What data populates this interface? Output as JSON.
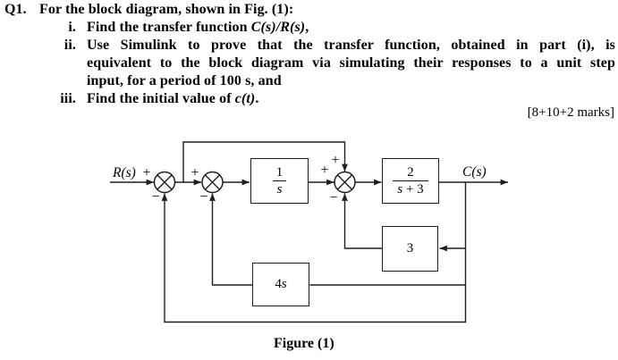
{
  "question": {
    "number": "Q1.",
    "intro": "For the block diagram, shown in Fig. (1):",
    "items": [
      {
        "label": "i.",
        "pre": "Find the transfer function ",
        "math": "C(s)/R(s)",
        "post": ","
      },
      {
        "label": "ii.",
        "lines": [
          "Use Simulink to prove that the transfer function, obtained in part (i), is",
          "equivalent to the block diagram via simulating their responses to a unit step",
          "input, for a period of 100 s, and"
        ]
      },
      {
        "label": "iii.",
        "pre": "Find the initial value of ",
        "math": "c(t)",
        "post": "."
      }
    ],
    "marks": "[8+10+2 marks]"
  },
  "diagram": {
    "input_label": "R(s)",
    "output_label": "C(s)",
    "caption": "Figure (1)",
    "line_color": "#1f1f1f",
    "blocks": {
      "integrator": {
        "numerator": "1",
        "den_var": "s",
        "den_rest": ""
      },
      "plant": {
        "numerator": "2",
        "den_var": "s",
        "den_rest": " + 3"
      },
      "gain3": {
        "label": "3"
      },
      "gain4s": {
        "coefficient": "4",
        "variable": "s"
      }
    },
    "junctions": {
      "sum1": {
        "left_sign": "+",
        "bottom_sign": "−"
      },
      "sum2": {
        "left_sign": "+",
        "bottom_sign": "−"
      },
      "sum3": {
        "left_sign": "+",
        "top_sign": "+",
        "bottom_sign": "−"
      }
    }
  }
}
